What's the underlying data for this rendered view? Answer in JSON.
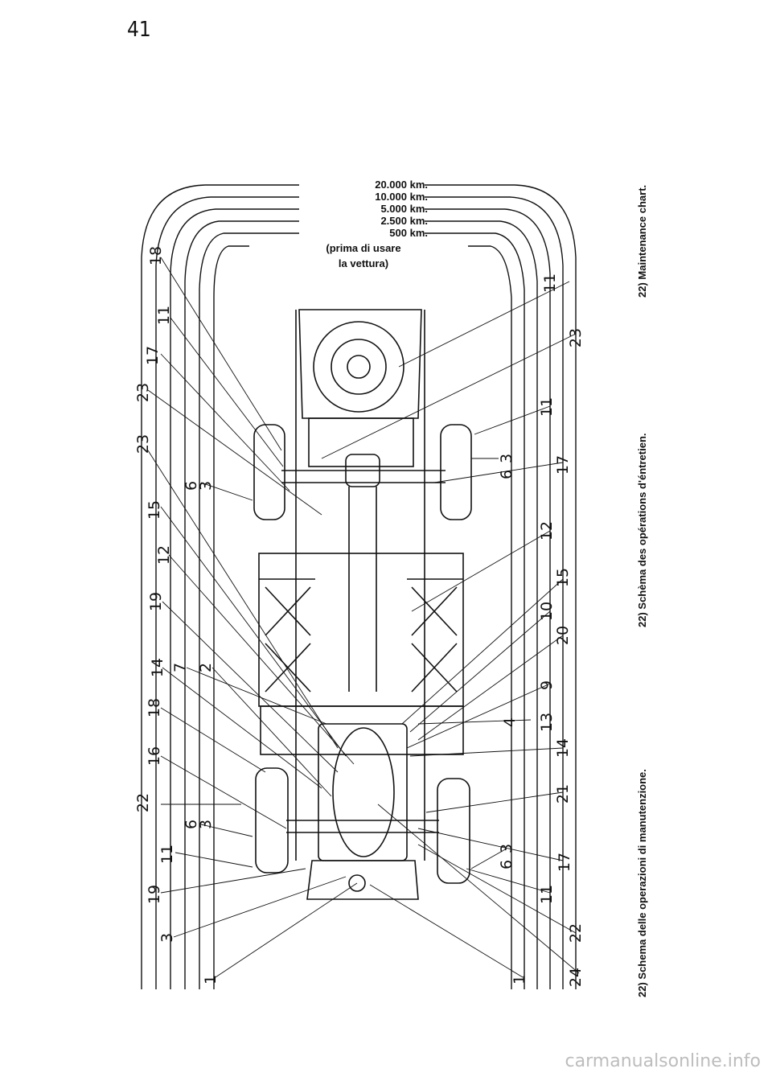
{
  "page_number": "41",
  "legend": {
    "intervals": [
      "20.000 km.",
      "10.000 km.",
      "5.000 km.",
      "2.500 km.",
      "500 km."
    ],
    "note_line1": "(prima di usare",
    "note_line2": "la vettura)"
  },
  "captions": {
    "italian": "22) Schema delle operazioni di manutenzione.",
    "french": "22) Schèma des opérations d'éntretien.",
    "english": "22) Maintenance chart."
  },
  "callouts_left": [
    "18",
    "11",
    "17",
    "23",
    "23",
    "6",
    "3",
    "15",
    "12",
    "19",
    "14",
    "7",
    "2",
    "18",
    "16",
    "22",
    "6",
    "3",
    "11",
    "19",
    "3",
    "1"
  ],
  "callouts_right": [
    "11",
    "23",
    "11",
    "3",
    "6",
    "17",
    "12",
    "15",
    "10",
    "20",
    "9",
    "13",
    "4",
    "14",
    "21",
    "3",
    "6",
    "17",
    "11",
    "22",
    "24",
    "1"
  ],
  "watermark": "carmanualsonline.info"
}
